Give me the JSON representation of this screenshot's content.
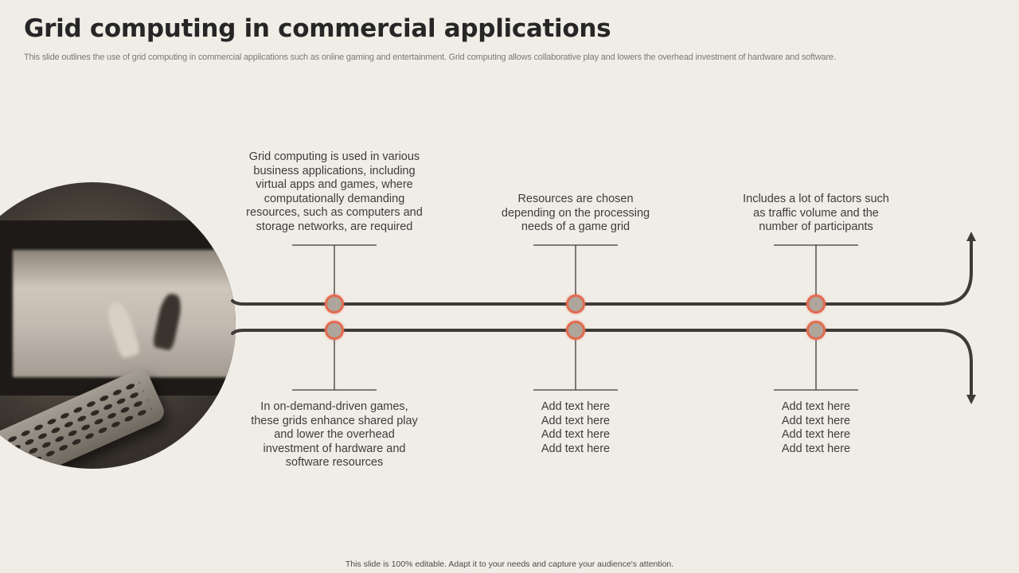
{
  "header": {
    "title": "Grid computing in commercial applications",
    "subtitle": "This slide outlines the use of grid computing in commercial applications such as online gaming and entertainment. Grid computing allows collaborative play and lowers the overhead investment of hardware and software."
  },
  "image": {
    "description": "tv-with-remote-photo"
  },
  "timeline": {
    "colors": {
      "line": "#3d3a37",
      "node_ring": "#e26a4e",
      "node_fill": "#aea59b",
      "background": "#f0ede7"
    },
    "stages": [
      {
        "top_text": [
          "Grid computing is used in various",
          "business applications, including",
          "virtual apps and games, where",
          "computationally demanding",
          "resources, such as computers and",
          "storage networks, are required"
        ],
        "bottom_text": [
          "In on-demand-driven games,",
          "these grids enhance shared play",
          "and lower the overhead",
          "investment of hardware and",
          "software resources"
        ]
      },
      {
        "top_text": [
          "Resources are chosen",
          "depending on the processing",
          "needs of a game grid"
        ],
        "bottom_text": [
          "Add text here",
          "Add text here",
          "Add text here",
          "Add text here"
        ]
      },
      {
        "top_text": [
          "Includes a lot of factors such",
          "as traffic volume and the",
          "number of participants"
        ],
        "bottom_text": [
          "Add text here",
          "Add text here",
          "Add text here",
          "Add text here"
        ]
      }
    ]
  },
  "footer": {
    "text": "This slide is 100% editable.  Adapt it to your needs and capture your audience's attention."
  }
}
